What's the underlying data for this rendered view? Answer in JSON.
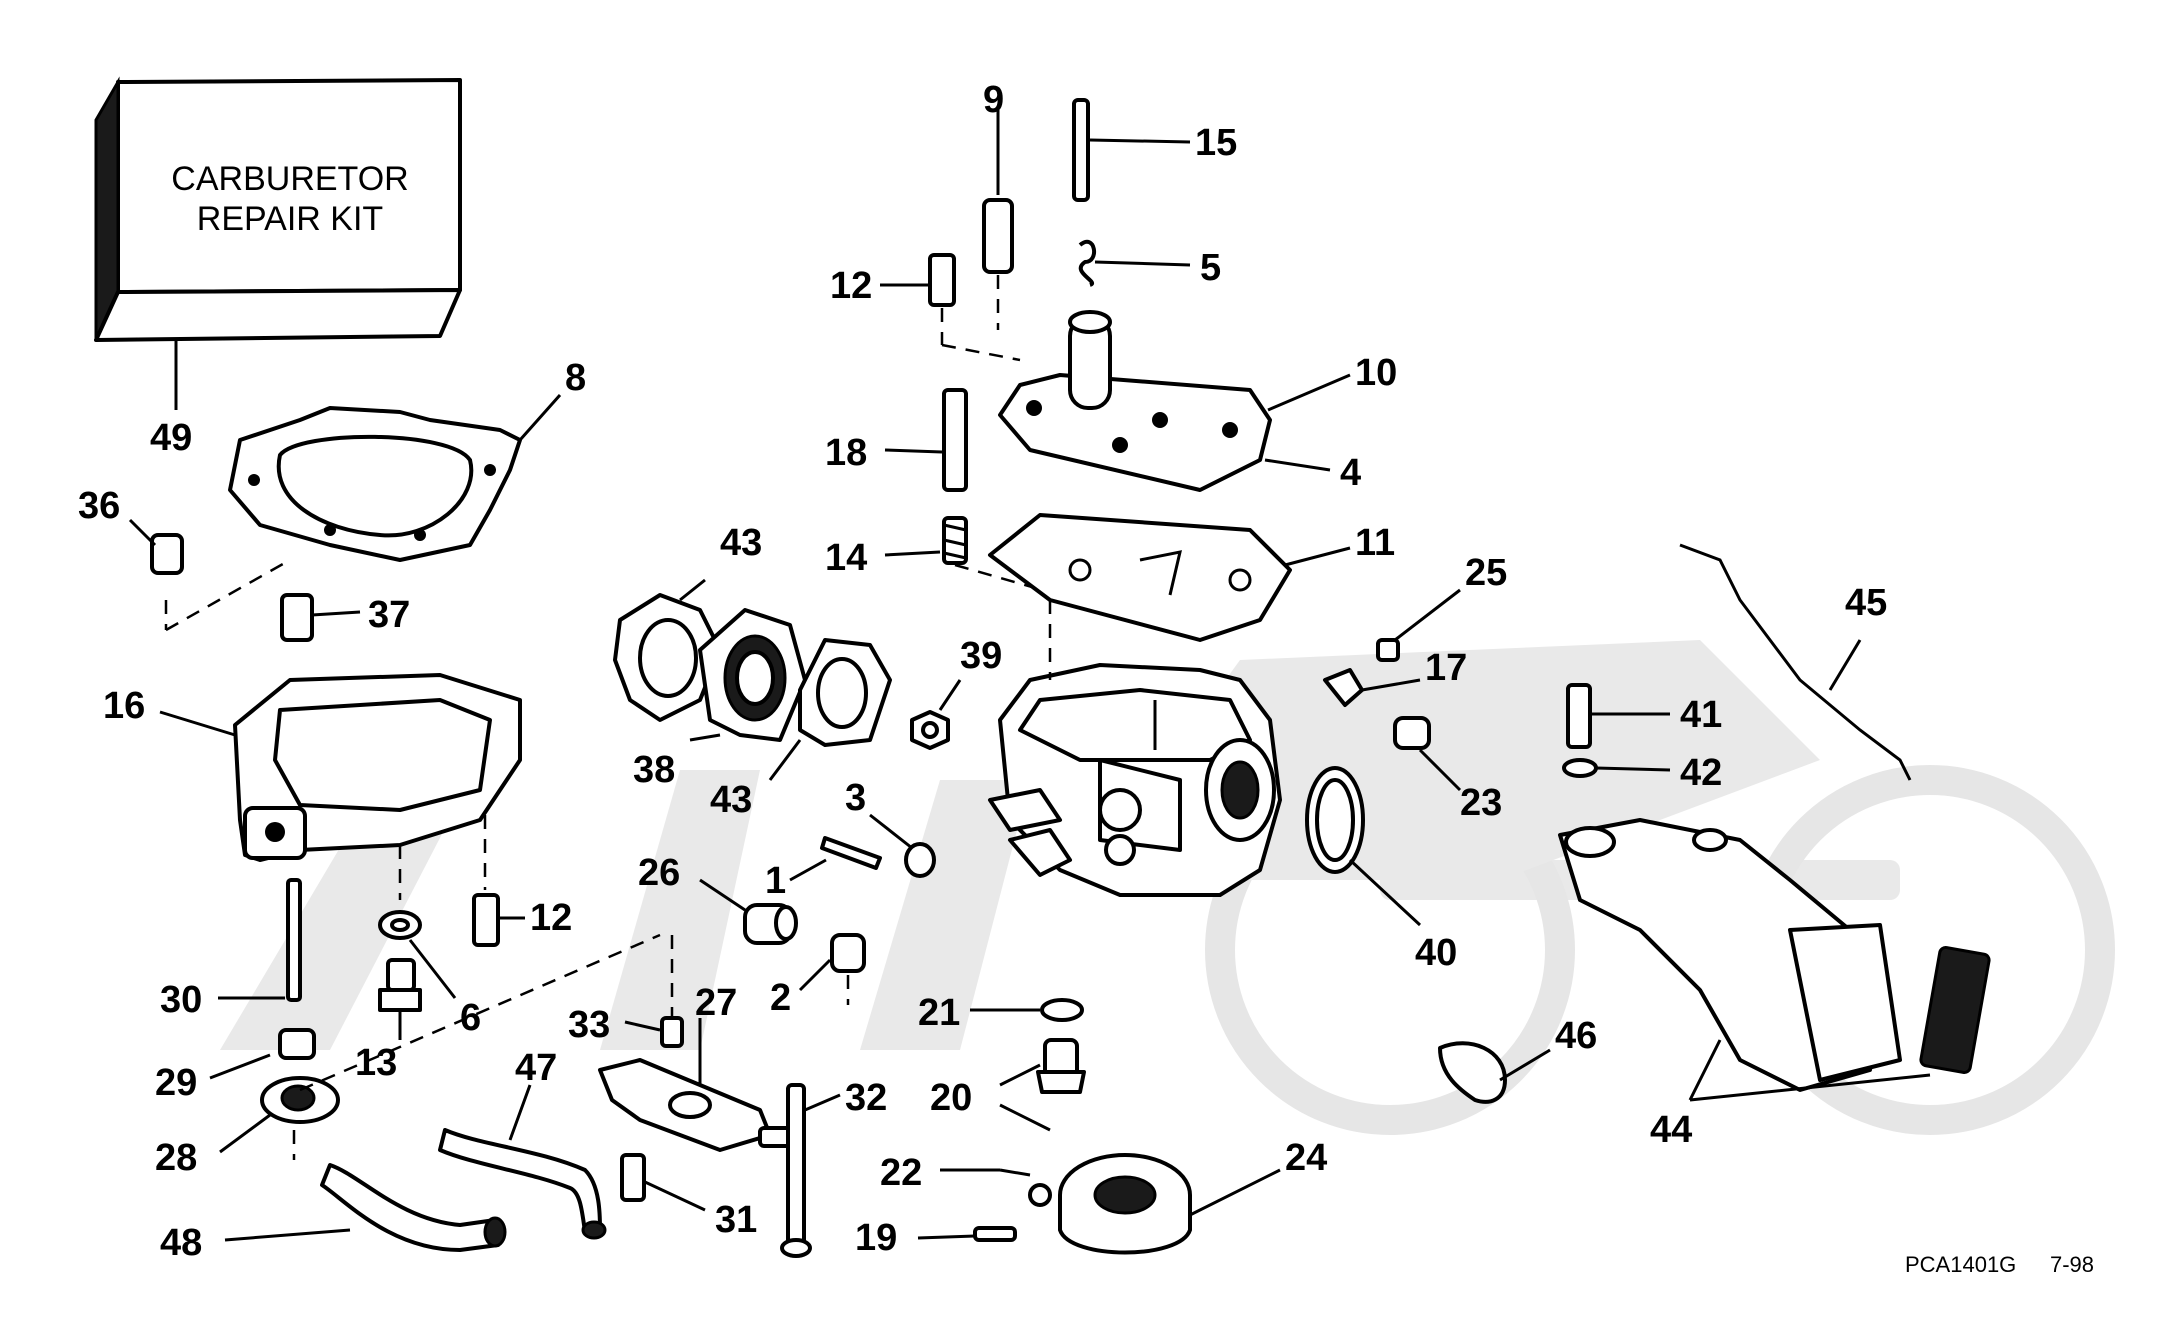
{
  "kit": {
    "line1": "CARBURETOR",
    "line2": "REPAIR KIT"
  },
  "callouts": {
    "c1": "1",
    "c2": "2",
    "c3": "3",
    "c4": "4",
    "c5": "5",
    "c6": "6",
    "c8": "8",
    "c9": "9",
    "c10": "10",
    "c11": "11",
    "c12a": "12",
    "c12b": "12",
    "c13": "13",
    "c14": "14",
    "c15": "15",
    "c16": "16",
    "c17": "17",
    "c18": "18",
    "c19": "19",
    "c20": "20",
    "c21": "21",
    "c22": "22",
    "c23": "23",
    "c24": "24",
    "c25": "25",
    "c26": "26",
    "c27": "27",
    "c28": "28",
    "c29": "29",
    "c30": "30",
    "c31": "31",
    "c32": "32",
    "c33": "33",
    "c36": "36",
    "c37": "37",
    "c38": "38",
    "c39": "39",
    "c40": "40",
    "c41": "41",
    "c42": "42",
    "c43a": "43",
    "c43b": "43",
    "c44": "44",
    "c45": "45",
    "c46": "46",
    "c47": "47",
    "c48": "48",
    "c49": "49"
  },
  "footer": {
    "code": "PCA1401G",
    "date": "7-98"
  },
  "colors": {
    "ink": "#000000",
    "watermark": "#e9e9e9",
    "background": "#ffffff"
  }
}
